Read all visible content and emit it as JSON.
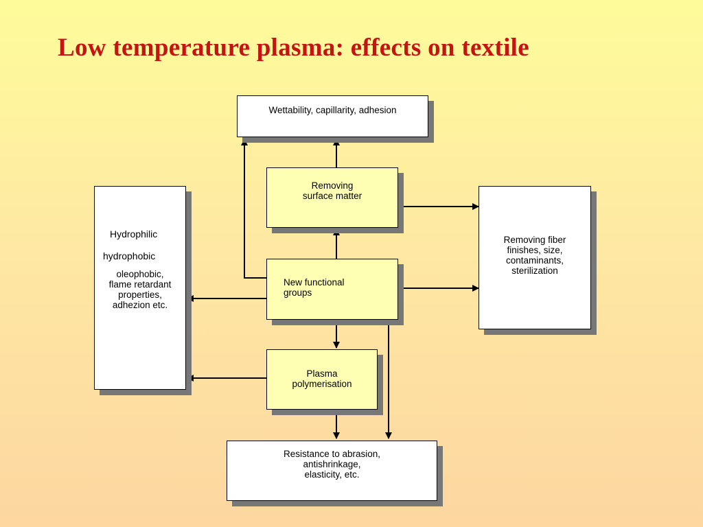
{
  "title": "Low temperature plasma: effects on textile",
  "boxes": {
    "wettability": "Wettability, capillarity, adhesion",
    "removing_surface": "Removing\nsurface  matter",
    "new_functional": "New  functional\ngroups",
    "plasma_polymerisation": "Plasma\npolymerisation",
    "resistance": "Resistance  to  abrasion,\nantishrinkage,\nelasticity, etc.",
    "removing_fiber": "Removing  fiber\nfinishes,  size,\ncontaminants,\nsterilization",
    "hydrophilic": "Hydrophilic",
    "hydrophobic": "hydrophobic",
    "oleophobic": "oleophobic,\nflame  retardant\nproperties,\nadhezion etc."
  },
  "colors": {
    "title": "#c41414",
    "box_yellow": "#ffffb4",
    "box_white": "#ffffff",
    "shadow": "#777777"
  }
}
